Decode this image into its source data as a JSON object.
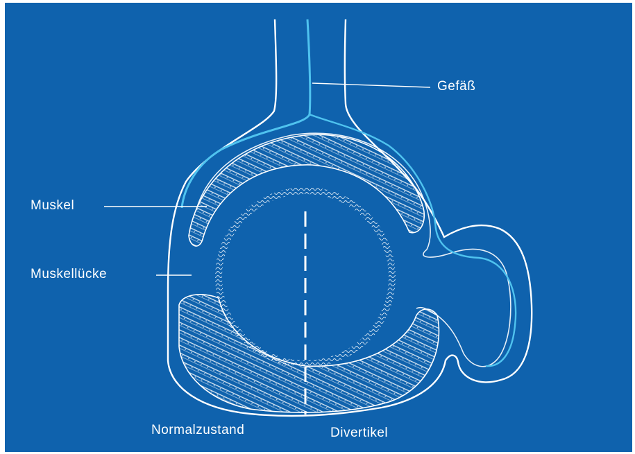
{
  "labels": {
    "vessel": "Gefäß",
    "muscle": "Muskel",
    "muscle_gap": "Muskellücke",
    "normal": "Normalzustand",
    "diverticulum": "Divertikel"
  },
  "colors": {
    "background": "#0f62ad",
    "line": "#ffffff",
    "vessel": "#4fc3ef"
  }
}
